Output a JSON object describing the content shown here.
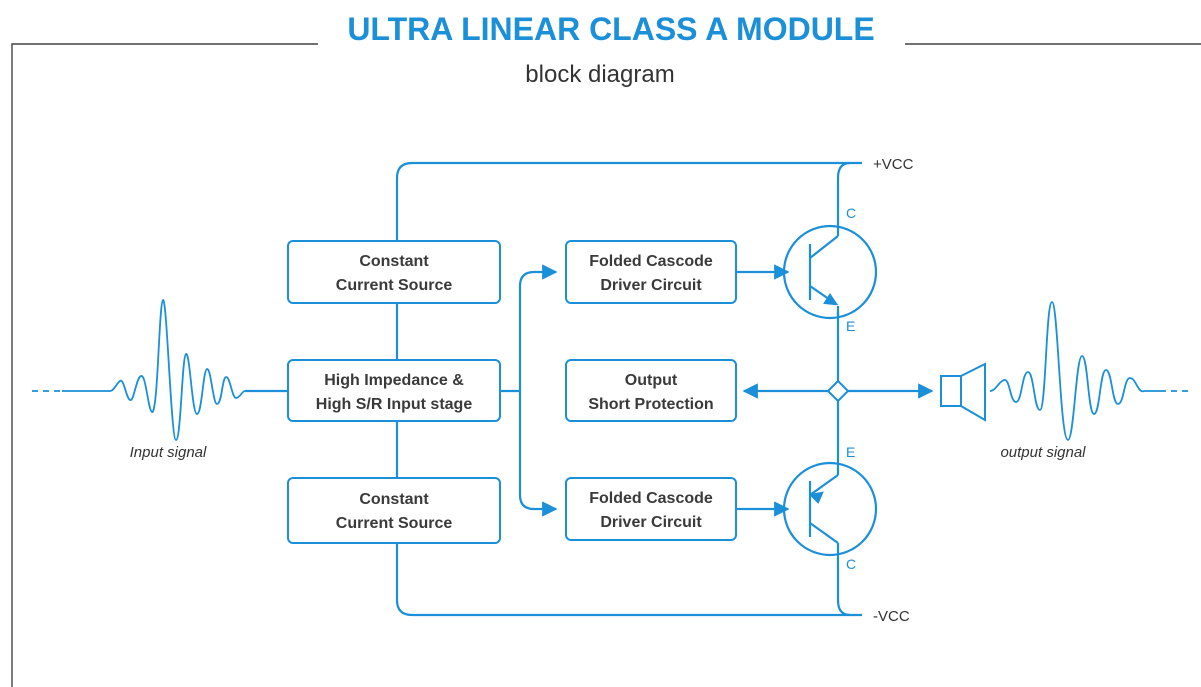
{
  "title": "ULTRA LINEAR CLASS A MODULE",
  "subtitle": "block diagram",
  "colors": {
    "accent": "#1b8fd8",
    "frame": "#444444",
    "text": "#333333"
  },
  "blocks": {
    "ccs_top": [
      "Constant",
      "Current Source"
    ],
    "input_stage": [
      "High Impedance &",
      "High S/R Input stage"
    ],
    "ccs_bottom": [
      "Constant",
      "Current Source"
    ],
    "driver_top": [
      "Folded Cascode",
      "Driver Circuit"
    ],
    "protection": [
      "Output",
      "Short Protection"
    ],
    "driver_bottom": [
      "Folded Cascode",
      "Driver Circuit"
    ]
  },
  "rails": {
    "positive": "+VCC",
    "negative": "-VCC"
  },
  "pins": {
    "top_collector": "C",
    "top_emitter": "E",
    "bottom_emitter": "E",
    "bottom_collector": "C"
  },
  "signals": {
    "input": "Input signal",
    "output": "output signal"
  },
  "icons": {
    "speaker": "speaker-icon",
    "npn": "npn-transistor-icon",
    "pnp": "pnp-transistor-icon"
  }
}
